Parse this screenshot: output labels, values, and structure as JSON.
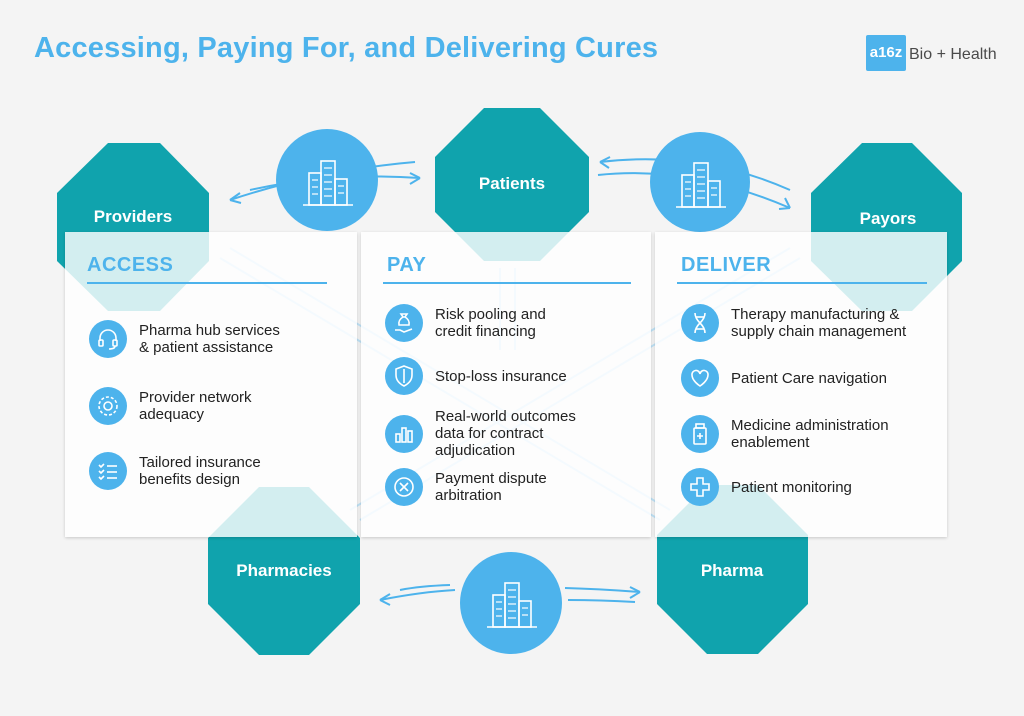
{
  "title": "Accessing, Paying For, and Delivering Cures",
  "logo": {
    "mark": "a16z",
    "text": "Bio + Health"
  },
  "nodes": {
    "providers": "Providers",
    "patients": "Patients",
    "payors": "Payors",
    "pharmacies": "Pharmacies",
    "pharma": "Pharma"
  },
  "colors": {
    "teal": "#10a3ad",
    "blue": "#4db3ec",
    "light_blue": "#cfe9f8"
  },
  "panels": {
    "access": {
      "heading": "ACCESS",
      "items": [
        {
          "icon": "headset-icon",
          "text": "Pharma hub services\n& patient assistance"
        },
        {
          "icon": "network-gear-icon",
          "text": "Provider network\nadequacy"
        },
        {
          "icon": "checklist-icon",
          "text": "Tailored insurance\nbenefits design"
        }
      ]
    },
    "pay": {
      "heading": "PAY",
      "items": [
        {
          "icon": "money-bag-hand-icon",
          "text": "Risk pooling and\ncredit financing"
        },
        {
          "icon": "shield-icon",
          "text": "Stop-loss insurance"
        },
        {
          "icon": "bar-chart-icon",
          "text": "Real-world outcomes\ndata for contract\nadjudication"
        },
        {
          "icon": "cross-circle-icon",
          "text": "Payment dispute\narbitration"
        }
      ]
    },
    "deliver": {
      "heading": "DELIVER",
      "items": [
        {
          "icon": "dna-icon",
          "text": "Therapy manufacturing &\nsupply chain management"
        },
        {
          "icon": "heart-icon",
          "text": "Patient Care navigation"
        },
        {
          "icon": "medicine-bottle-icon",
          "text": "Medicine administration\nenablement"
        },
        {
          "icon": "medical-cross-icon",
          "text": "Patient monitoring"
        }
      ]
    }
  }
}
